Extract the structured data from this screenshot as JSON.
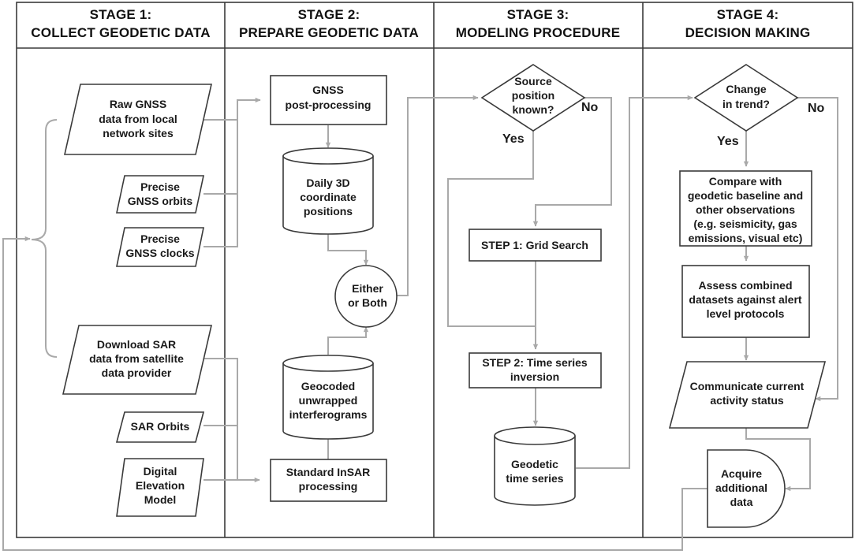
{
  "stages": [
    {
      "title": "STAGE 1:",
      "subtitle": "COLLECT GEODETIC DATA"
    },
    {
      "title": "STAGE 2:",
      "subtitle": "PREPARE GEODETIC DATA"
    },
    {
      "title": "STAGE 3:",
      "subtitle": "MODELING PROCEDURE"
    },
    {
      "title": "STAGE 4:",
      "subtitle": "DECISION MAKING"
    }
  ],
  "stage1": {
    "raw_gnss": [
      "Raw GNSS",
      "data from local",
      "network sites"
    ],
    "gnss_orbits": [
      "Precise",
      "GNSS orbits"
    ],
    "gnss_clocks": [
      "Precise",
      "GNSS clocks"
    ],
    "download_sar": [
      "Download SAR",
      "data from satellite",
      "data provider"
    ],
    "sar_orbits": [
      "SAR Orbits"
    ],
    "dem": [
      "Digital",
      "Elevation",
      "Model"
    ]
  },
  "stage2": {
    "gnss_post": [
      "GNSS",
      "post-processing"
    ],
    "daily3d": [
      "Daily 3D",
      "coordinate",
      "positions"
    ],
    "either_or_both": [
      "Either",
      "or Both"
    ],
    "geocoded": [
      "Geocoded",
      "unwrapped",
      "interferograms"
    ],
    "insar": [
      "Standard InSAR",
      "processing"
    ]
  },
  "stage3": {
    "source_known": [
      "Source",
      "position",
      "known?"
    ],
    "yes": "Yes",
    "no": "No",
    "step1": [
      "STEP 1: Grid Search"
    ],
    "step2": [
      "STEP 2: Time series",
      "inversion"
    ],
    "geodetic_ts": [
      "Geodetic",
      "time series"
    ]
  },
  "stage4": {
    "change_trend": [
      "Change",
      "in trend?"
    ],
    "yes": "Yes",
    "no": "No",
    "compare": [
      "Compare with",
      "geodetic baseline and",
      "other observations",
      "(e.g. seismicity, gas",
      "emissions, visual etc)"
    ],
    "assess": [
      "Assess combined",
      "datasets against alert",
      "level protocols"
    ],
    "communicate": [
      "Communicate current",
      "activity status"
    ],
    "acquire": [
      "Acquire",
      "additional",
      "data"
    ]
  }
}
